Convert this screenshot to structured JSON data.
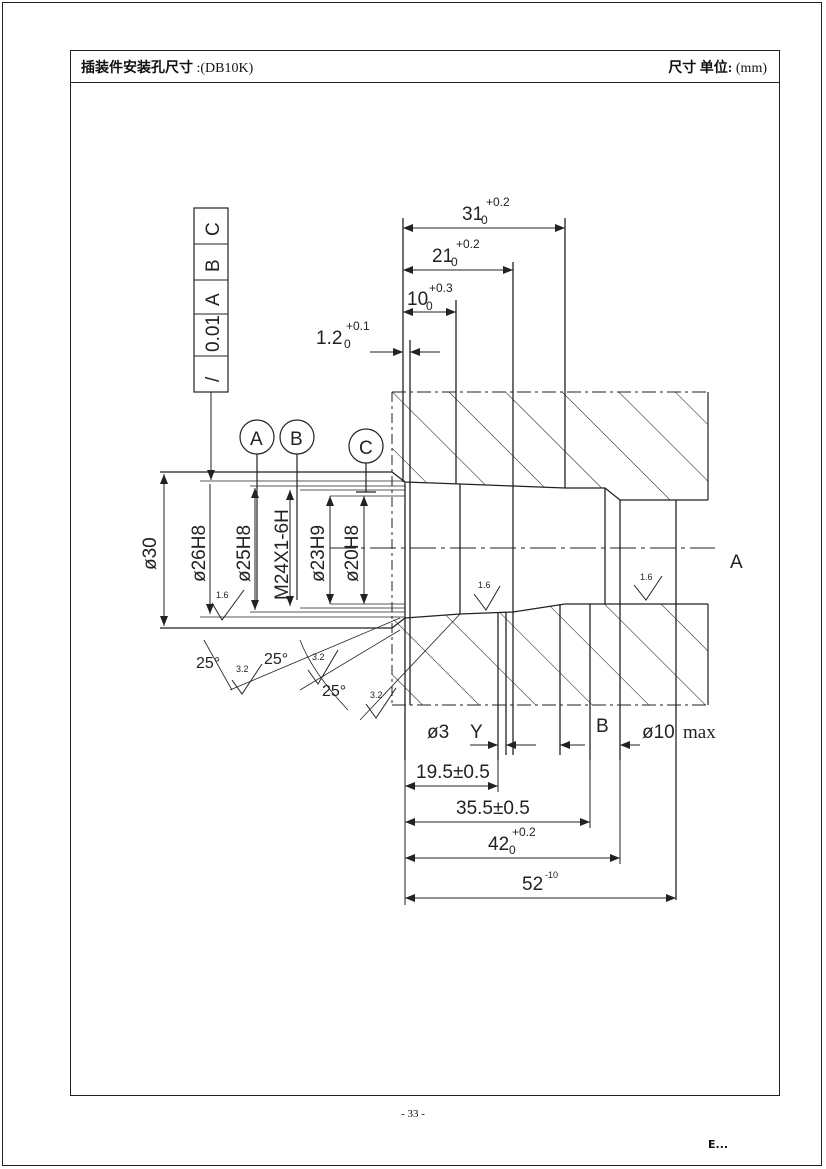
{
  "header": {
    "title": "插装件安装孔尺寸",
    "model": " :(DB10K)",
    "unit_label": "尺寸 单位:",
    "unit_value": " (mm)"
  },
  "tolerance_frame": {
    "symbol": "/",
    "value": "0.01",
    "datums": [
      "A",
      "B",
      "C"
    ]
  },
  "datum_labels": [
    "A",
    "B",
    "C"
  ],
  "axis_label": "A",
  "diameters": [
    "ø30",
    "ø26H8",
    "ø25H8",
    "M24X1-6H",
    "ø23H9",
    "ø20H8"
  ],
  "depths": [
    {
      "base": "31",
      "sub": "0",
      "sup": "+0.2"
    },
    {
      "base": "21",
      "sub": "0",
      "sup": "+0.2"
    },
    {
      "base": "10",
      "sub": "0",
      "sup": "+0.3"
    },
    {
      "base": "1.2",
      "sub": "0",
      "sup": "+0.1"
    }
  ],
  "bottom_dims": {
    "d3": "ø3",
    "y": "Y",
    "b": "B",
    "d10": "ø10",
    "max": "max",
    "d19": "19.5±0.5",
    "d35": "35.5±0.5",
    "d42": {
      "base": "42",
      "sub": "0",
      "sup": "+0.2"
    },
    "d52": {
      "base": "52",
      "sup": "-10"
    }
  },
  "angles": [
    "25°",
    "25°",
    "25°"
  ],
  "roughness": [
    "1.6",
    "1.6",
    "1.6",
    "3.2",
    "3.2",
    "3.2"
  ],
  "page_number": "- 33 -",
  "corner_mark": "E..."
}
